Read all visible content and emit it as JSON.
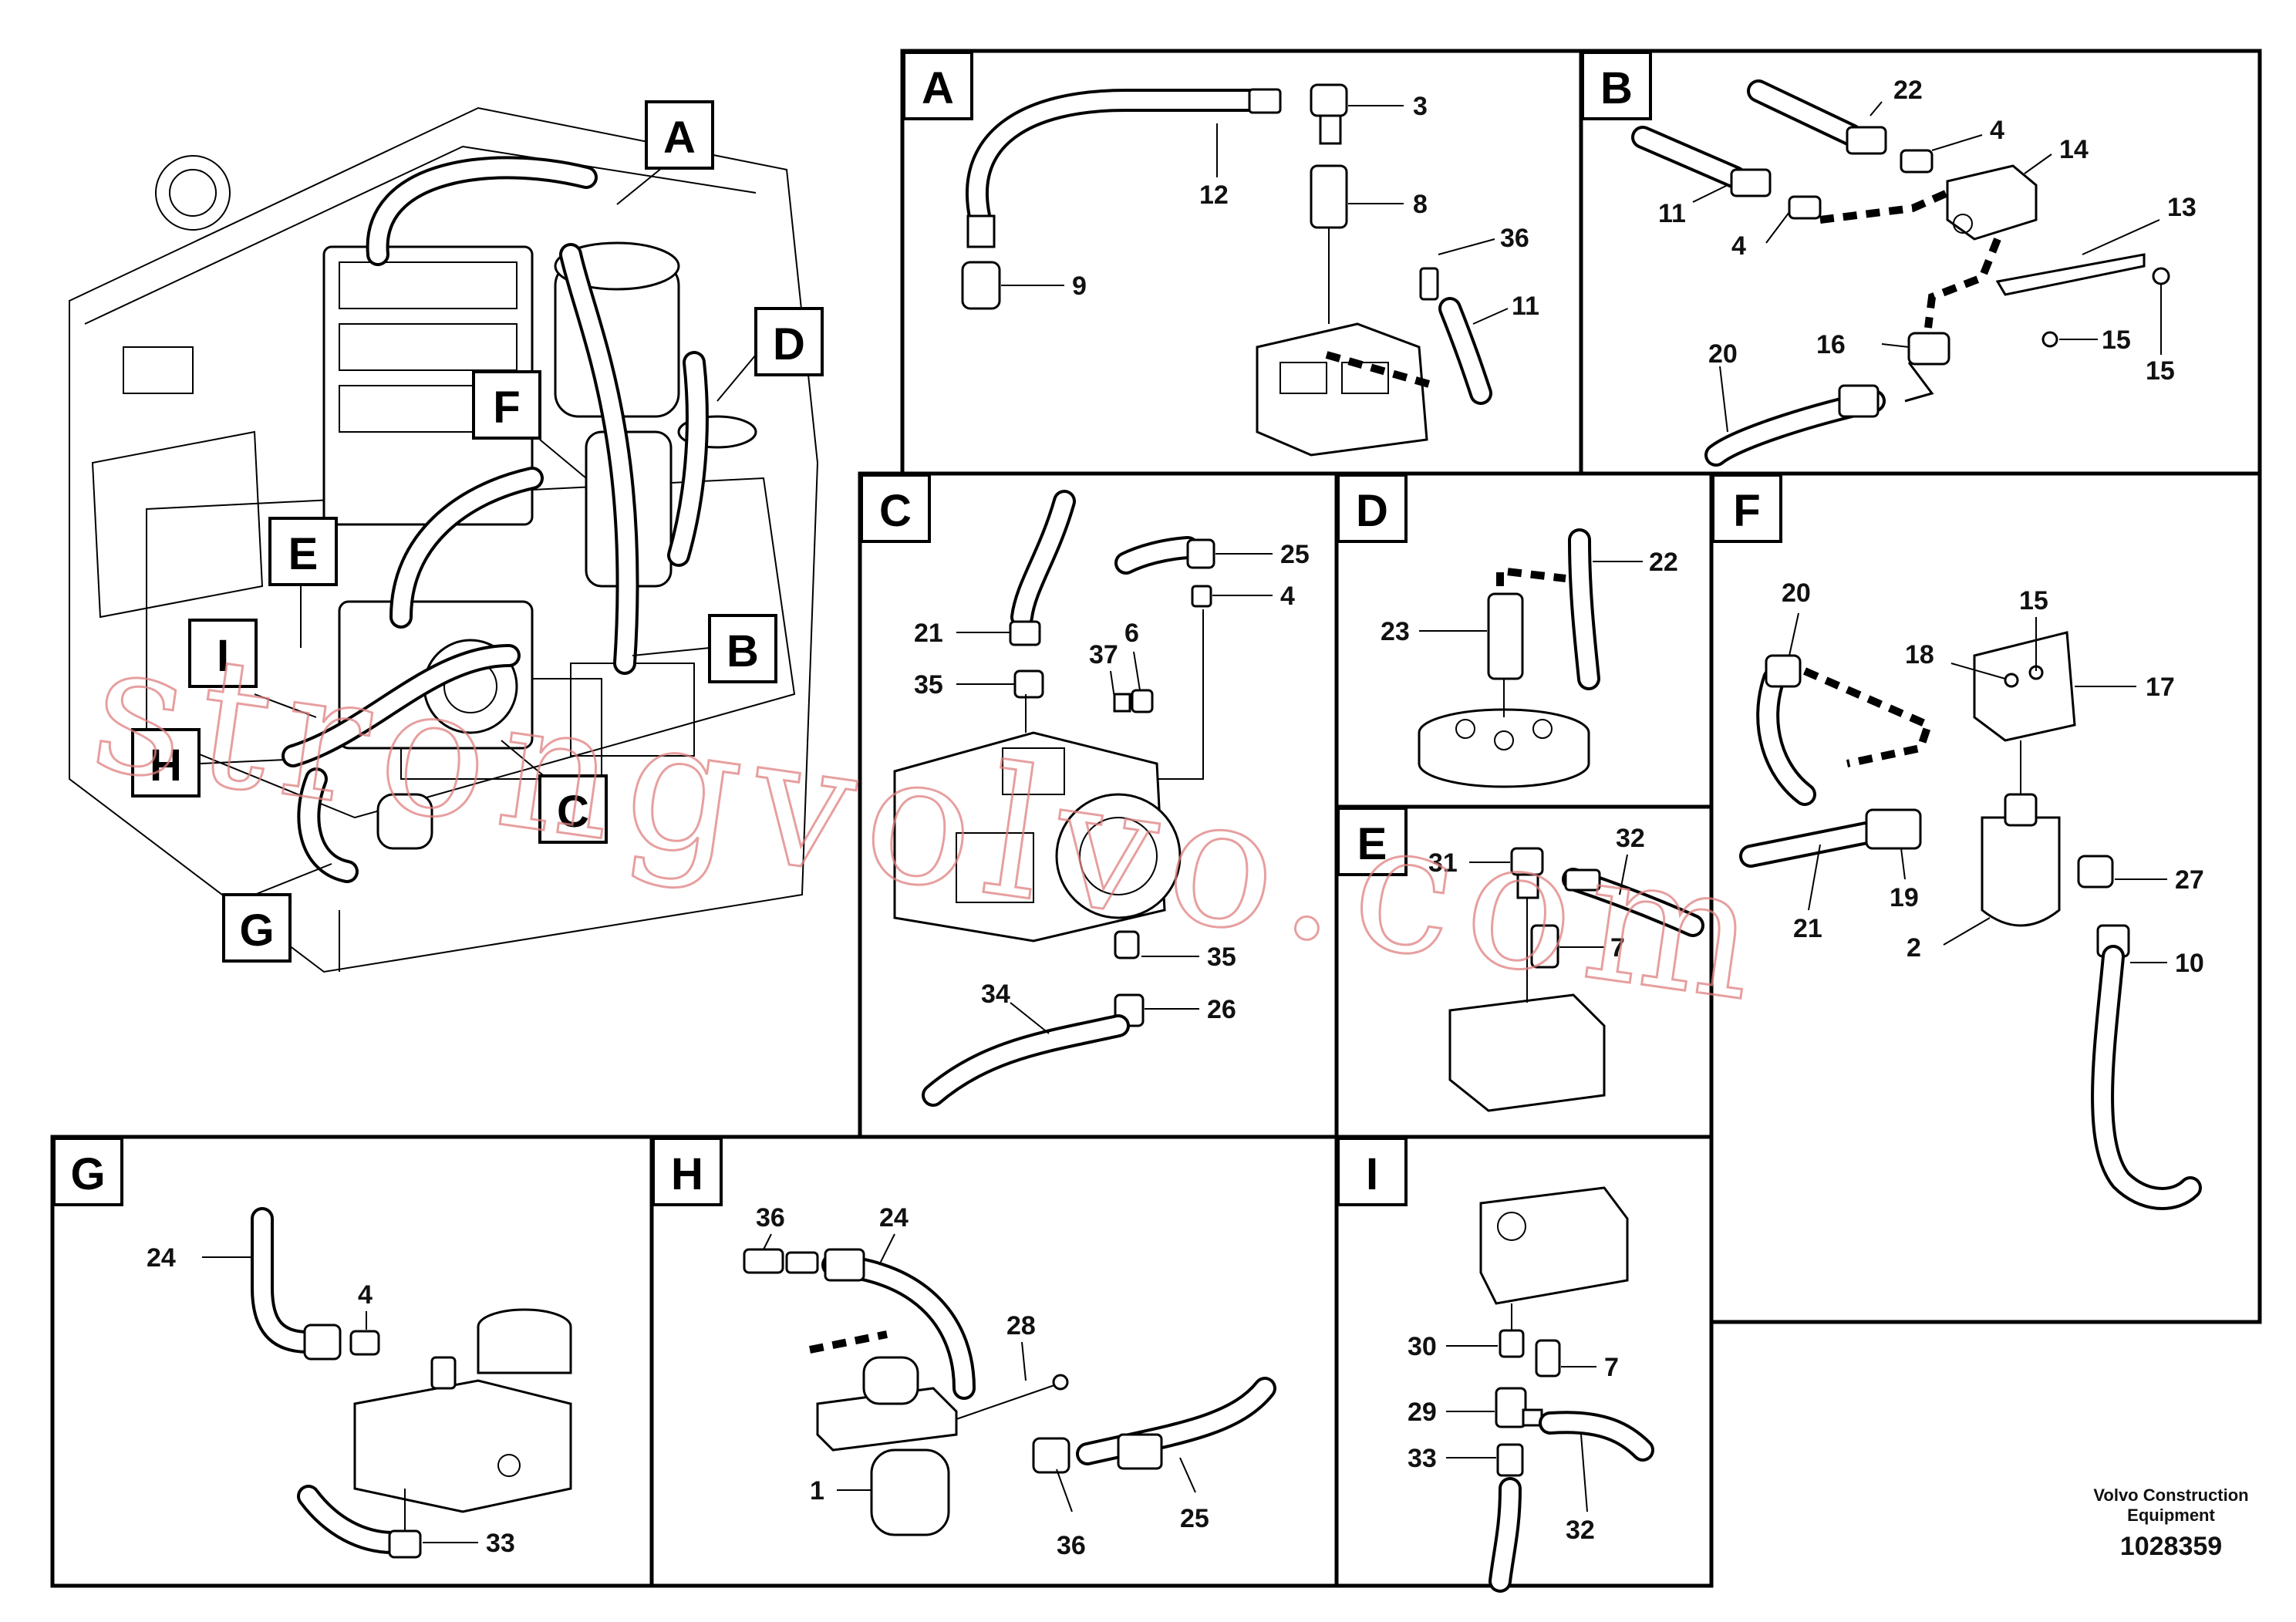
{
  "views": {
    "main": {
      "callouts": [
        "A",
        "B",
        "C",
        "D",
        "E",
        "F",
        "G",
        "H",
        "I"
      ]
    },
    "A": {
      "label": "A",
      "parts": [
        "3",
        "8",
        "36",
        "11",
        "12",
        "9"
      ]
    },
    "B": {
      "label": "B",
      "parts": [
        "22",
        "4",
        "14",
        "11",
        "4",
        "13",
        "16",
        "15",
        "15",
        "20"
      ]
    },
    "C": {
      "label": "C",
      "parts": [
        "25",
        "4",
        "21",
        "37",
        "6",
        "35",
        "35",
        "26",
        "34"
      ]
    },
    "D": {
      "label": "D",
      "parts": [
        "22",
        "23"
      ]
    },
    "E": {
      "label": "E",
      "parts": [
        "31",
        "32",
        "7"
      ]
    },
    "F": {
      "label": "F",
      "parts": [
        "20",
        "15",
        "18",
        "17",
        "27",
        "19",
        "21",
        "2",
        "10"
      ]
    },
    "G": {
      "label": "G",
      "parts": [
        "24",
        "4",
        "33"
      ]
    },
    "H": {
      "label": "H",
      "parts": [
        "36",
        "24",
        "28",
        "1",
        "36",
        "25"
      ]
    },
    "I": {
      "label": "I",
      "parts": [
        "30",
        "7",
        "29",
        "33",
        "32"
      ]
    }
  },
  "footer": {
    "company_line1": "Volvo Construction",
    "company_line2": "Equipment",
    "document_number": "1028359"
  },
  "watermark": "strongvolvo.com"
}
